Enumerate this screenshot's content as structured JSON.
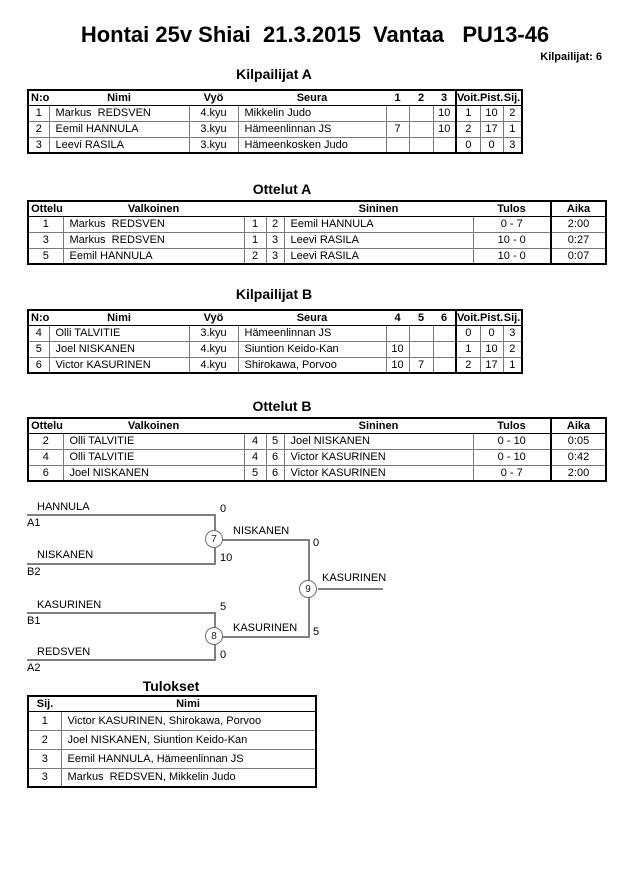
{
  "page": {
    "title": "Hontai 25v Shiai  21.3.2015  Vantaa   PU13-46",
    "competitors_count": "Kilpailijat: 6"
  },
  "colors": {
    "text": "#000000",
    "outer_border": "#000000",
    "inner_border": "#7a7a7a",
    "bracket_line": "#808080"
  },
  "pool_a": {
    "heading": "Kilpailijat A",
    "columns": {
      "no": "N:o",
      "name": "Nimi",
      "belt": "Vyö",
      "club": "Seura",
      "m1": "1",
      "m2": "2",
      "m3": "3",
      "wins": "Voit.",
      "points": "Pist.",
      "place": "Sij."
    },
    "rows": [
      {
        "no": "1",
        "name": "Markus  REDSVEN",
        "belt": "4.kyu",
        "club": "Mikkelin Judo",
        "m1": "",
        "m2": "",
        "m3": "10",
        "wins": "1",
        "points": "10",
        "place": "2"
      },
      {
        "no": "2",
        "name": "Eemil HANNULA",
        "belt": "3.kyu",
        "club": "Hämeenlinnan JS",
        "m1": "7",
        "m2": "",
        "m3": "10",
        "wins": "2",
        "points": "17",
        "place": "1"
      },
      {
        "no": "3",
        "name": "Leevi RASILA",
        "belt": "3.kyu",
        "club": "Hämeenkosken Judo",
        "m1": "",
        "m2": "",
        "m3": "",
        "wins": "0",
        "points": "0",
        "place": "3"
      }
    ]
  },
  "matches_a": {
    "heading": "Ottelut A",
    "columns": {
      "match": "Ottelu",
      "white": "Valkoinen",
      "blue": "Sininen",
      "result": "Tulos",
      "time": "Aika"
    },
    "rows": [
      {
        "no": "1",
        "white": "Markus  REDSVEN",
        "white_no": "1",
        "blue_no": "2",
        "blue": "Eemil HANNULA",
        "result": "0 - 7",
        "time": "2:00"
      },
      {
        "no": "3",
        "white": "Markus  REDSVEN",
        "white_no": "1",
        "blue_no": "3",
        "blue": "Leevi RASILA",
        "result": "10 - 0",
        "time": "0:27"
      },
      {
        "no": "5",
        "white": "Eemil HANNULA",
        "white_no": "2",
        "blue_no": "3",
        "blue": "Leevi RASILA",
        "result": "10 - 0",
        "time": "0:07"
      }
    ]
  },
  "pool_b": {
    "heading": "Kilpailijat B",
    "columns": {
      "no": "N:o",
      "name": "Nimi",
      "belt": "Vyö",
      "club": "Seura",
      "m1": "4",
      "m2": "5",
      "m3": "6",
      "wins": "Voit.",
      "points": "Pist.",
      "place": "Sij."
    },
    "rows": [
      {
        "no": "4",
        "name": "Olli TALVITIE",
        "belt": "3.kyu",
        "club": "Hämeenlinnan JS",
        "m1": "",
        "m2": "",
        "m3": "",
        "wins": "0",
        "points": "0",
        "place": "3"
      },
      {
        "no": "5",
        "name": "Joel NISKANEN",
        "belt": "4.kyu",
        "club": "Siuntion Keido-Kan",
        "m1": "10",
        "m2": "",
        "m3": "",
        "wins": "1",
        "points": "10",
        "place": "2"
      },
      {
        "no": "6",
        "name": "Victor KASURINEN",
        "belt": "4.kyu",
        "club": "Shirokawa, Porvoo",
        "m1": "10",
        "m2": "7",
        "m3": "",
        "wins": "2",
        "points": "17",
        "place": "1"
      }
    ]
  },
  "matches_b": {
    "heading": "Ottelut B",
    "columns": {
      "match": "Ottelu",
      "white": "Valkoinen",
      "blue": "Sininen",
      "result": "Tulos",
      "time": "Aika"
    },
    "rows": [
      {
        "no": "2",
        "white": "Olli TALVITIE",
        "white_no": "4",
        "blue_no": "5",
        "blue": "Joel NISKANEN",
        "result": "0 - 10",
        "time": "0:05"
      },
      {
        "no": "4",
        "white": "Olli TALVITIE",
        "white_no": "4",
        "blue_no": "6",
        "blue": "Victor KASURINEN",
        "result": "0 - 10",
        "time": "0:42"
      },
      {
        "no": "6",
        "white": "Joel NISKANEN",
        "white_no": "5",
        "blue_no": "6",
        "blue": "Victor KASURINEN",
        "result": "0 - 7",
        "time": "2:00"
      }
    ]
  },
  "bracket": {
    "semi1": {
      "match_no": "7",
      "top_name": "HANNULA",
      "top_seed": "A1",
      "top_score": "0",
      "bottom_name": "NISKANEN",
      "bottom_seed": "B2",
      "bottom_score": "10",
      "winner_name": "NISKANEN",
      "winner_score": "0"
    },
    "semi2": {
      "match_no": "8",
      "top_name": "KASURINEN",
      "top_seed": "B1",
      "top_score": "5",
      "bottom_name": "REDSVEN",
      "bottom_seed": "A2",
      "bottom_score": "0",
      "winner_name": "KASURINEN",
      "winner_score": "5"
    },
    "final": {
      "match_no": "9",
      "winner_name": "KASURINEN"
    }
  },
  "results": {
    "heading": "Tulokset",
    "columns": {
      "place": "Sij.",
      "name": "Nimi"
    },
    "rows": [
      {
        "place": "1",
        "name": "Victor KASURINEN, Shirokawa, Porvoo"
      },
      {
        "place": "2",
        "name": "Joel NISKANEN, Siuntion Keido-Kan"
      },
      {
        "place": "3",
        "name": "Eemil HANNULA, Hämeenlinnan JS"
      },
      {
        "place": "3",
        "name": "Markus  REDSVEN, Mikkelin Judo"
      }
    ]
  }
}
